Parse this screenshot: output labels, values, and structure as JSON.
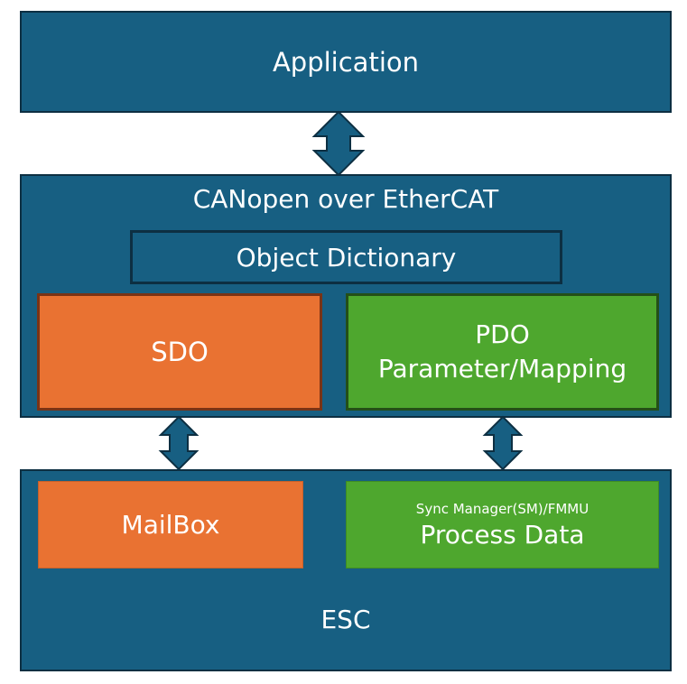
{
  "diagram": {
    "application": {
      "label": "Application"
    },
    "coe": {
      "title": "CANopen over EtherCAT",
      "object_dictionary": "Object Dictionary",
      "sdo": "SDO",
      "pdo": {
        "line1": "PDO",
        "line2": "Parameter/Mapping"
      }
    },
    "esc": {
      "label": "ESC",
      "mailbox": "MailBox",
      "process_data": {
        "subtitle": "Sync Manager(SM)/FMMU",
        "title": "Process Data"
      }
    },
    "connections": [
      {
        "from": "Application",
        "to": "CANopen over EtherCAT",
        "type": "bidirectional"
      },
      {
        "from": "SDO",
        "to": "MailBox",
        "type": "bidirectional"
      },
      {
        "from": "PDO Parameter/Mapping",
        "to": "Process Data",
        "type": "bidirectional"
      }
    ],
    "colors": {
      "layer": "#175f82",
      "sdo_mailbox": "#e97232",
      "pdo_process": "#4ea72e",
      "text": "#ffffff"
    }
  }
}
